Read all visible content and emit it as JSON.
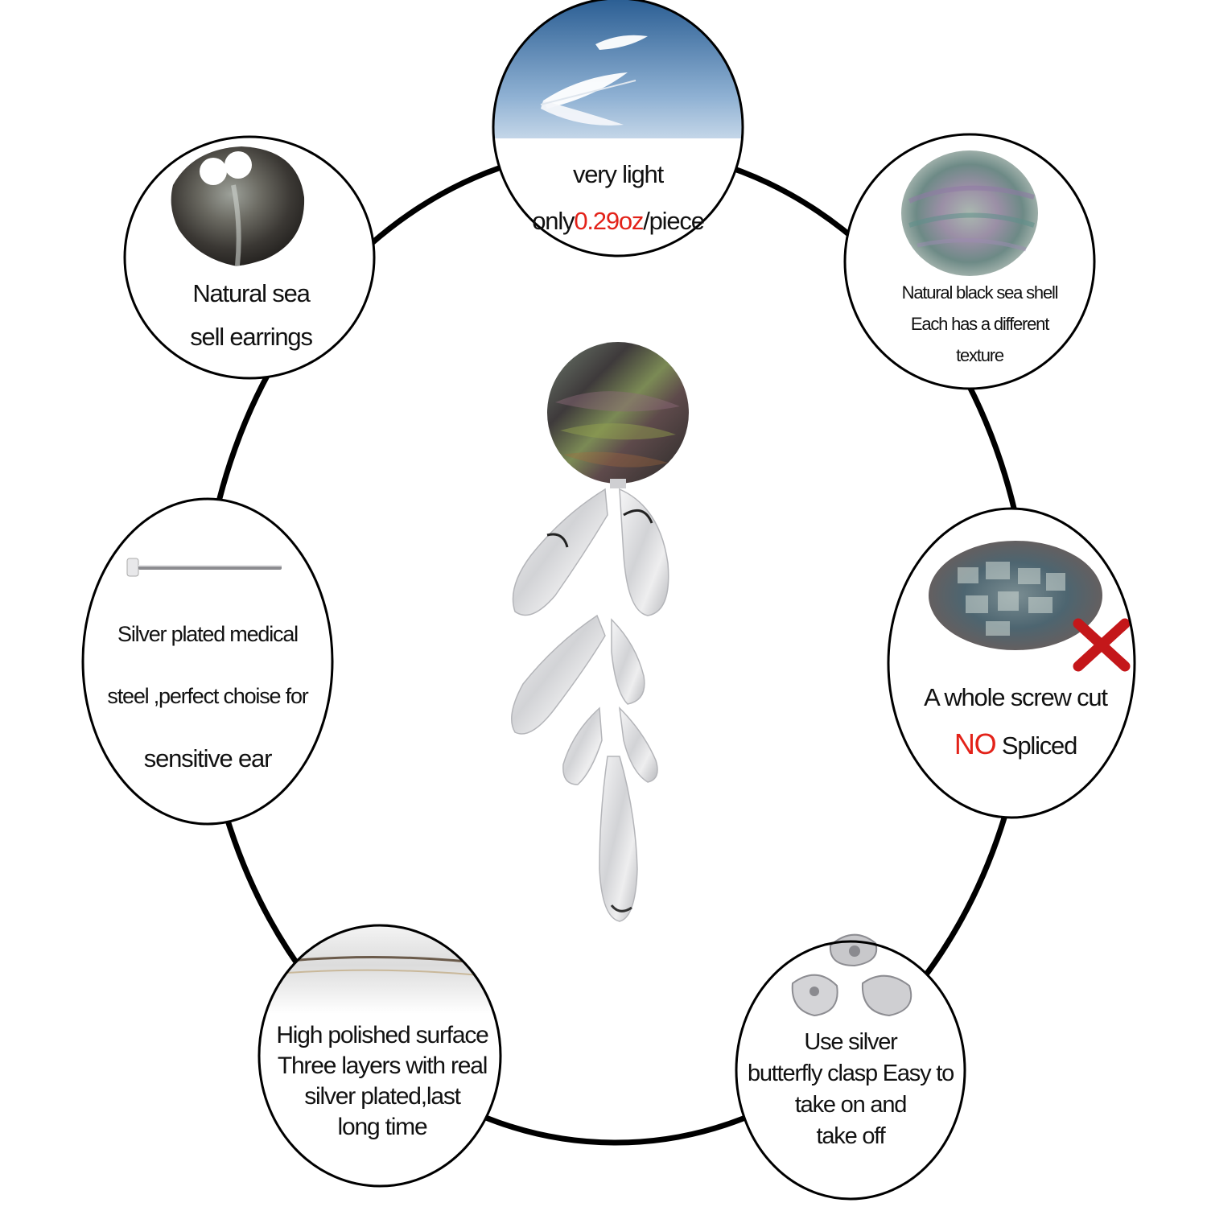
{
  "features": {
    "light": {
      "icon": "feather-icon",
      "line1": "very  light",
      "line2_prefix": "only",
      "line2_value": "0.29oz",
      "line2_suffix": "/piece"
    },
    "natural_shell": {
      "icon": "sea-shell-icon",
      "line1": "Natural sea",
      "line2": "sell earrings"
    },
    "black_shell": {
      "icon": "shell-texture-icon",
      "line1": "Natural black sea shell",
      "line2": "Each has a different",
      "line3": "texture"
    },
    "medical_steel": {
      "icon": "earring-pin-icon",
      "line1": "Silver plated medical",
      "line2": "steel ,perfect choise for",
      "line3": "sensitive ear"
    },
    "whole_cut": {
      "icon": "spliced-abalone-icon",
      "mark_icon": "red-x-icon",
      "line1": "A whole screw cut",
      "line2_emphasis": "NO",
      "line2_rest": " Spliced"
    },
    "polished": {
      "icon": "polished-surface-icon",
      "line1": "High polished surface",
      "line2": "Three layers with real",
      "line3": "silver  plated,last",
      "line4": "long time"
    },
    "clasp": {
      "icon": "butterfly-clasp-icon",
      "line1": "Use silver",
      "line2": "butterfly clasp Easy to",
      "line3": "take on and",
      "line4": "take off"
    }
  },
  "product": {
    "icon": "leaf-drop-earring-icon"
  },
  "colors": {
    "accent_red": "#e32219",
    "ring": "#000000",
    "silver": "#d9d9dc",
    "shell_dark": "#3e3c37"
  }
}
